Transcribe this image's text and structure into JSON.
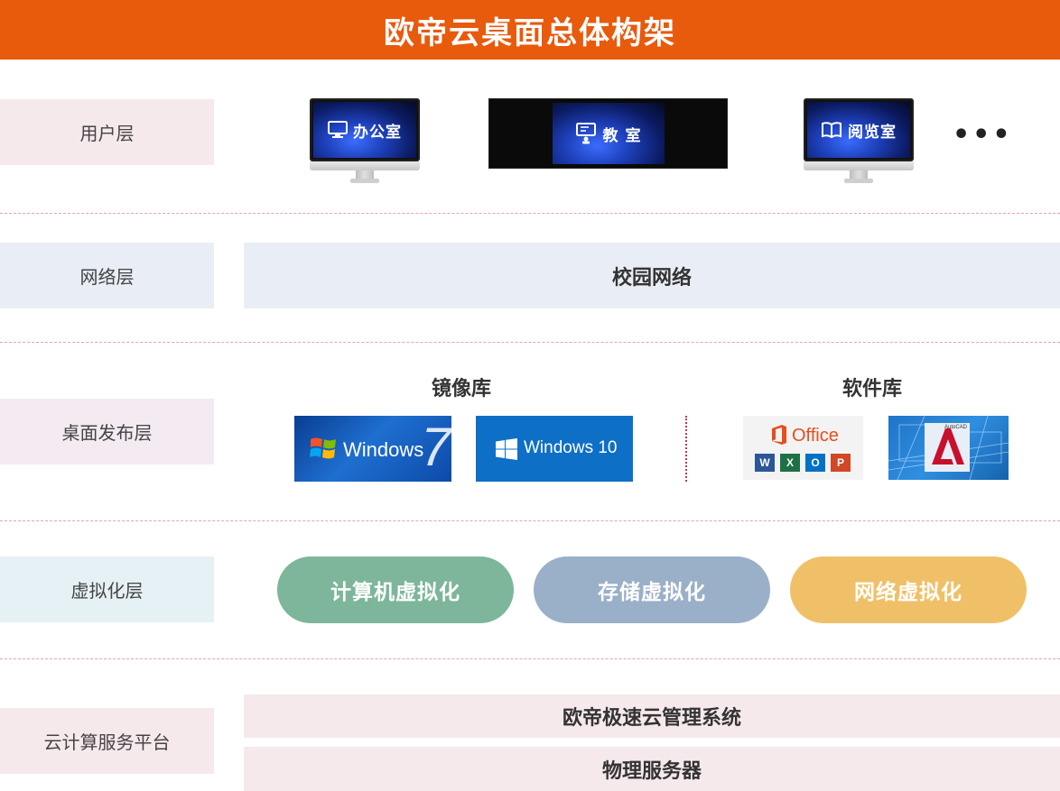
{
  "title": "欧帝云桌面总体构架",
  "layers": {
    "user": "用户层",
    "network": "网络层",
    "desktop": "桌面发布层",
    "virtual": "虚拟化层",
    "cloud": "云计算服务平台"
  },
  "devices": {
    "office": "办公室",
    "classroom": "教 室",
    "reading": "阅览室",
    "more": "•••"
  },
  "network_band": "校园网络",
  "image_library": {
    "title": "镜像库",
    "win7": "Windows",
    "win7_version": "7",
    "win10": "Windows 10"
  },
  "software_library": {
    "title": "软件库",
    "office": "Office",
    "autocad": "AutoCAD"
  },
  "virtualization": {
    "compute": "计算机虚拟化",
    "storage": "存储虚拟化",
    "network": "网络虚拟化"
  },
  "platform": {
    "system": "欧帝极速云管理系统",
    "server": "物理服务器"
  },
  "colors": {
    "title_bar": "#e85a0c",
    "compute": "#7db69a",
    "storage": "#9aafc8",
    "network": "#f0c068",
    "divider": "#e6a3b4"
  }
}
